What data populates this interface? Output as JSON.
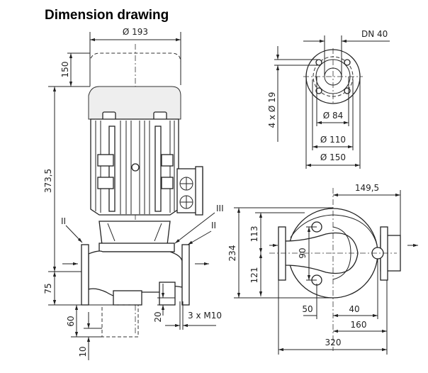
{
  "title": "Dimension drawing",
  "side_view": {
    "motor_diameter": "Ø 193",
    "fan_clearance": "150",
    "height_to_inlet": "373,5",
    "inlet_to_base": "75",
    "foot_height": "60",
    "foot_offset": "10",
    "bolt_depth": "20",
    "bolts": "3 x M10",
    "markers": [
      "II",
      "III",
      "II"
    ]
  },
  "flange_view": {
    "nominal_size": "DN 40",
    "holes": "4 x Ø 19",
    "pipe_diameter": "Ø 84",
    "bolt_circle": "Ø 110",
    "flange_diameter": "Ø 150"
  },
  "top_view": {
    "outlet_offset": "149,5",
    "total_depth": "234",
    "upper_depth": "113",
    "lower_depth": "121",
    "foot_spacing": "90",
    "foot_x": "50",
    "outlet_foot_x": "40",
    "half_length": "160",
    "total_length": "320"
  }
}
